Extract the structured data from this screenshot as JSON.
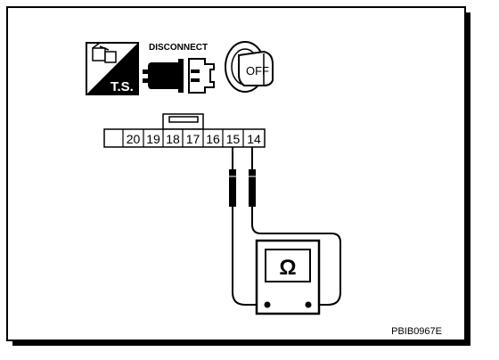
{
  "icons": {
    "ts_label": "T.S.",
    "disconnect_label": "DISCONNECT",
    "ignition_label": "OFF"
  },
  "connector": {
    "pins": [
      "20",
      "19",
      "18",
      "17",
      "16",
      "15",
      "14"
    ],
    "probe_pins": [
      "15",
      "14"
    ]
  },
  "meter": {
    "symbol": "Ω"
  },
  "figure_code": "PBIB0967E",
  "colors": {
    "ink": "#000000",
    "paper": "#ffffff"
  }
}
